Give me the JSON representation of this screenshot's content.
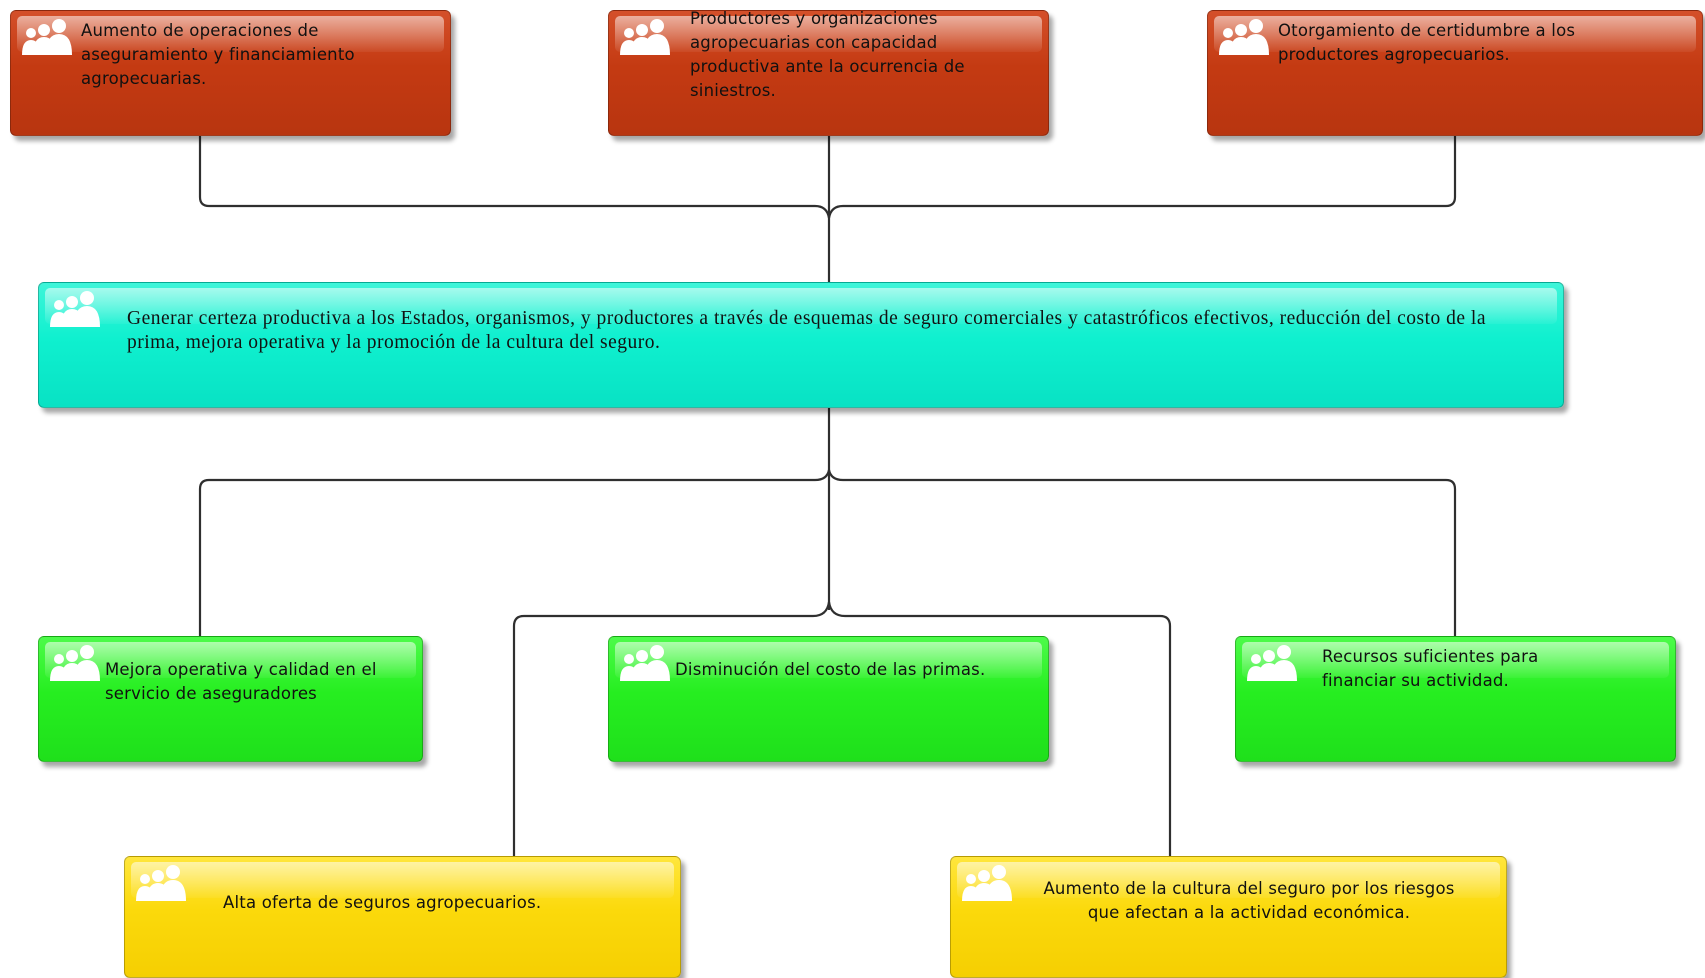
{
  "diagram": {
    "top_row": [
      {
        "text": "Aumento de operaciones de aseguramiento y financiamiento agropecuarias."
      },
      {
        "text": "Productores y organizaciones agropecuarias con capacidad productiva ante la ocurrencia de siniestros."
      },
      {
        "text": "Otorgamiento de certidumbre a los productores agropecuarios."
      }
    ],
    "center": {
      "text": "Generar certeza productiva a los Estados, organismos, y productores a través de esquemas de seguro comerciales y catastróficos efectivos, reducción del costo de la prima, mejora operativa y la promoción de la cultura del seguro."
    },
    "middle_row": [
      {
        "text": "Mejora operativa y calidad en el servicio de aseguradores"
      },
      {
        "text": "Disminución del costo de las primas."
      },
      {
        "text": "Recursos suficientes para financiar su actividad."
      }
    ],
    "bottom_row": [
      {
        "text": "Alta oferta de seguros agropecuarios."
      },
      {
        "text": "Aumento de la cultura del seguro por los riesgos que afectan a la actividad económica."
      }
    ],
    "colors": {
      "top": "#c43a12",
      "center": "#0ff0cf",
      "middle": "#26ee20",
      "bottom": "#fbd90b",
      "connector": "#2f2f2f"
    },
    "icon": "people-group-icon"
  }
}
